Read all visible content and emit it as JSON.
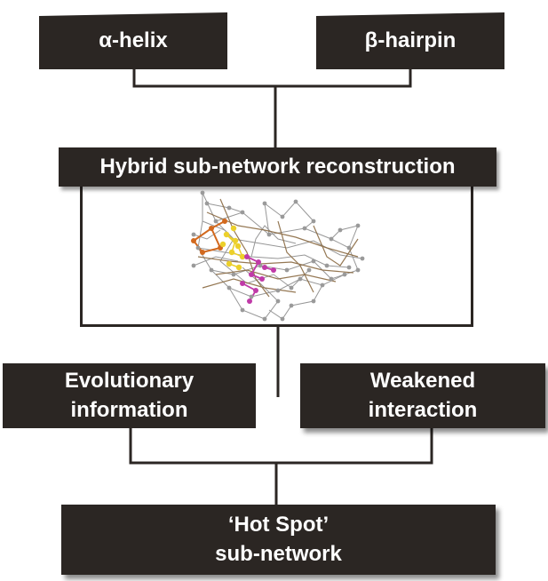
{
  "colors": {
    "box_fill": "#2b2623",
    "box_border": "#8a8580",
    "text": "#ffffff",
    "connector": "#2b2623",
    "network_gray": "#8c8c8c",
    "network_brown": "#8a6a42",
    "network_yellow": "#ecd02a",
    "network_magenta": "#c03aa8",
    "network_orange": "#d2691e"
  },
  "boxes": {
    "alpha_helix": "α-helix",
    "beta_hairpin": "β-hairpin",
    "hybrid": "Hybrid sub-network reconstruction",
    "evolutionary": "Evolutionary\ninformation",
    "weakened": "Weakened\ninteraction",
    "hot_spot": "‘Hot Spot’\nsub-network"
  },
  "network_image": {
    "icon": "network-graph-icon"
  }
}
